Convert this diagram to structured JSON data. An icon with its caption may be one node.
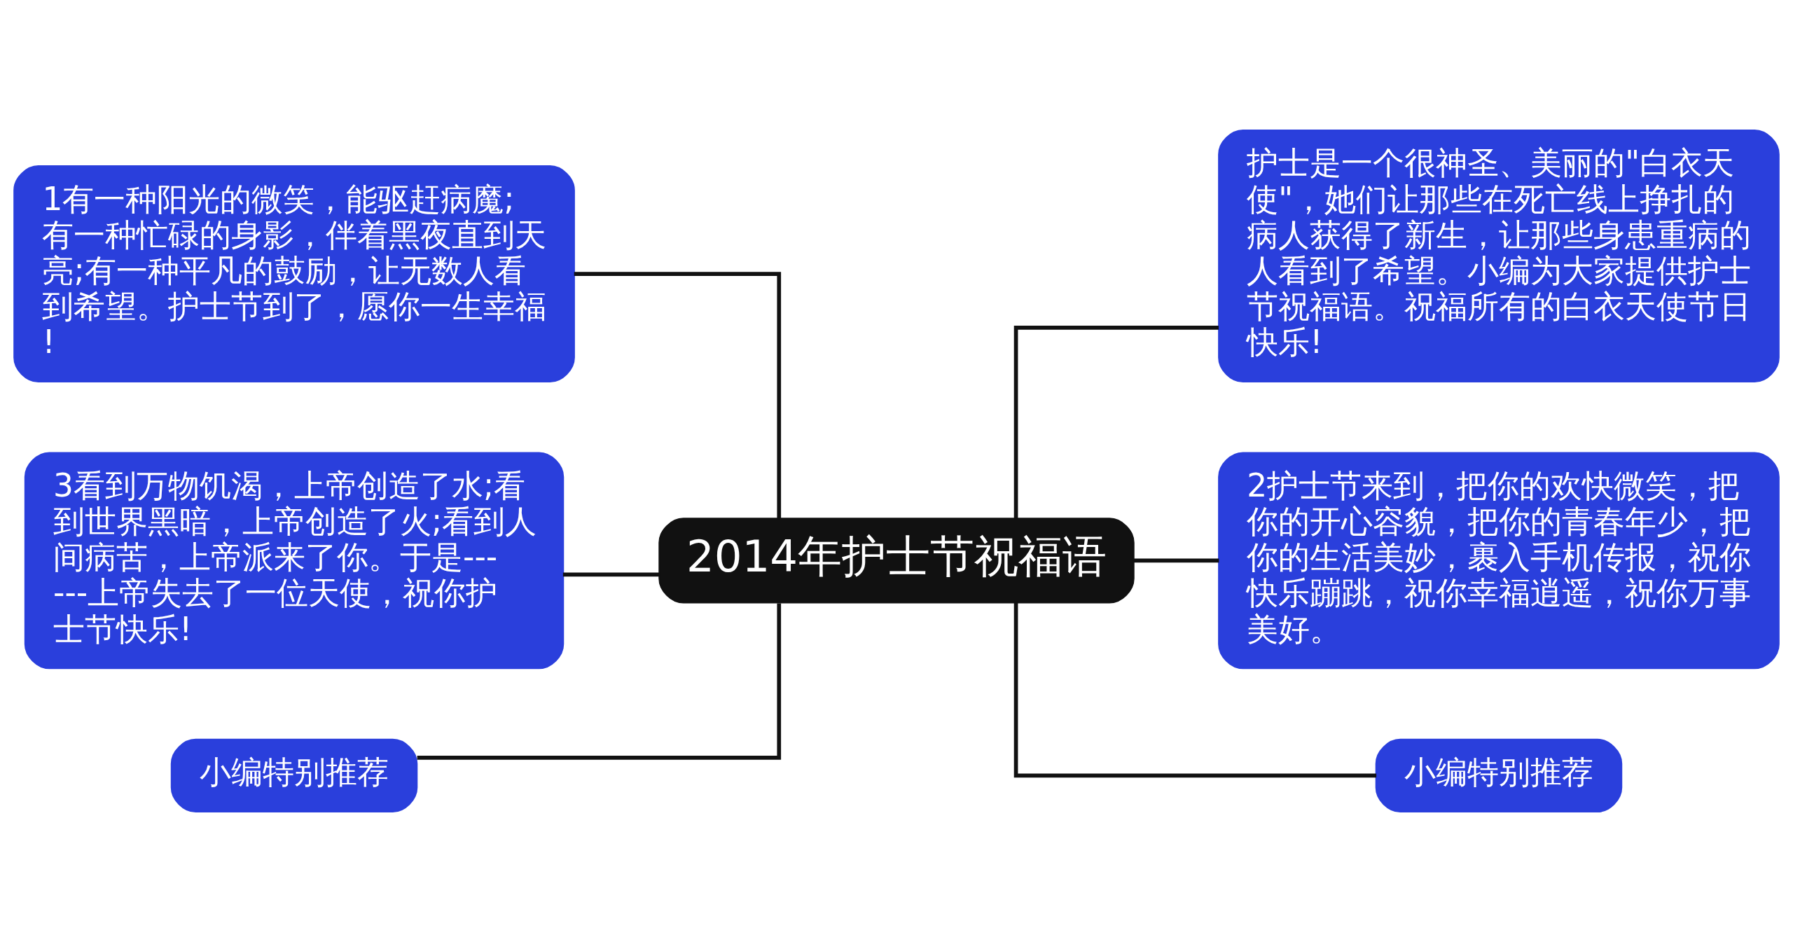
{
  "diagram": {
    "nodes": [
      {
        "text": [
          "2014年护士节祝福语"
        ]
      },
      {
        "text": [
          "1有一种阳光的微笑，能驱赶病魔;有一种忙碌的身影，伴着黑夜直到天亮;有一种平凡的鼓励，让无数人看到希望。护士节到了，愿你一生幸福!"
        ]
      },
      {
        "text": [
          "3看到万物饥渴，上帝创造了水;看到世界黑暗，上帝创造了火;看到人间病苦，上帝派来了你。于是------上帝失去了一位天使，祝你护士节快乐!"
        ]
      },
      {
        "text": [
          "小编特别推荐"
        ]
      },
      {
        "text": [
          "护士是一个很神圣、美丽的\"白衣天使\"，她们让那些在死亡线上挣扎的病人获得了新生，让那些身患重病的人看到了希望。小编为大家提供护士节祝福语。祝福所有的白衣天使节日快乐!"
        ]
      },
      {
        "text": [
          "2护士节来到，把你的欢快微笑，把你的开心容貌，把你的青春年少，把你的生活美妙，裹入手机传报，祝你快乐蹦跳，祝你幸福逍遥，祝你万事美好。"
        ]
      },
      {
        "text": [
          "小编特别推荐"
        ]
      }
    ],
    "edges": [
      {
        "from": 0,
        "to": 1,
        "arrow": "none"
      },
      {
        "from": 0,
        "to": 2,
        "arrow": "none"
      },
      {
        "from": 0,
        "to": 3,
        "arrow": "none"
      },
      {
        "from": 0,
        "to": 4,
        "arrow": "none"
      },
      {
        "from": 0,
        "to": 5,
        "arrow": "none"
      },
      {
        "from": 0,
        "to": 6,
        "arrow": "none"
      }
    ]
  }
}
